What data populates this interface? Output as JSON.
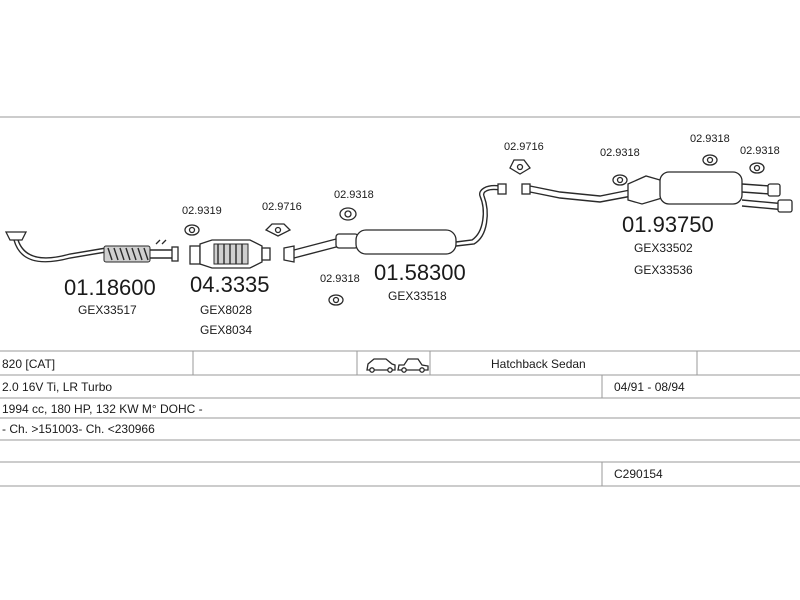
{
  "parts": [
    {
      "number": "01.18600",
      "code": "GEX33517"
    },
    {
      "number": "04.3335",
      "code": "GEX8028",
      "code2": "GEX8034"
    },
    {
      "number": "01.58300",
      "code": "GEX33518"
    },
    {
      "number": "01.93750",
      "code": "GEX33502",
      "code2": "GEX33536"
    }
  ],
  "fittings": [
    "02.9319",
    "02.9716",
    "02.9318",
    "02.9318",
    "02.9716",
    "02.9318",
    "02.9318",
    "02.9318"
  ],
  "table": {
    "model": "820  [CAT]",
    "body": "Hatchback Sedan",
    "engine": "2.0 16V Ti, LR Turbo",
    "years": "04/91 - 08/94",
    "spec": "1994 cc, 180 HP, 132 KW M° DOHC -",
    "chassis": "- Ch. >151003- Ch. <230966",
    "code": "C290154"
  },
  "icons": [
    "car-hatchback-icon",
    "car-sedan-icon"
  ]
}
